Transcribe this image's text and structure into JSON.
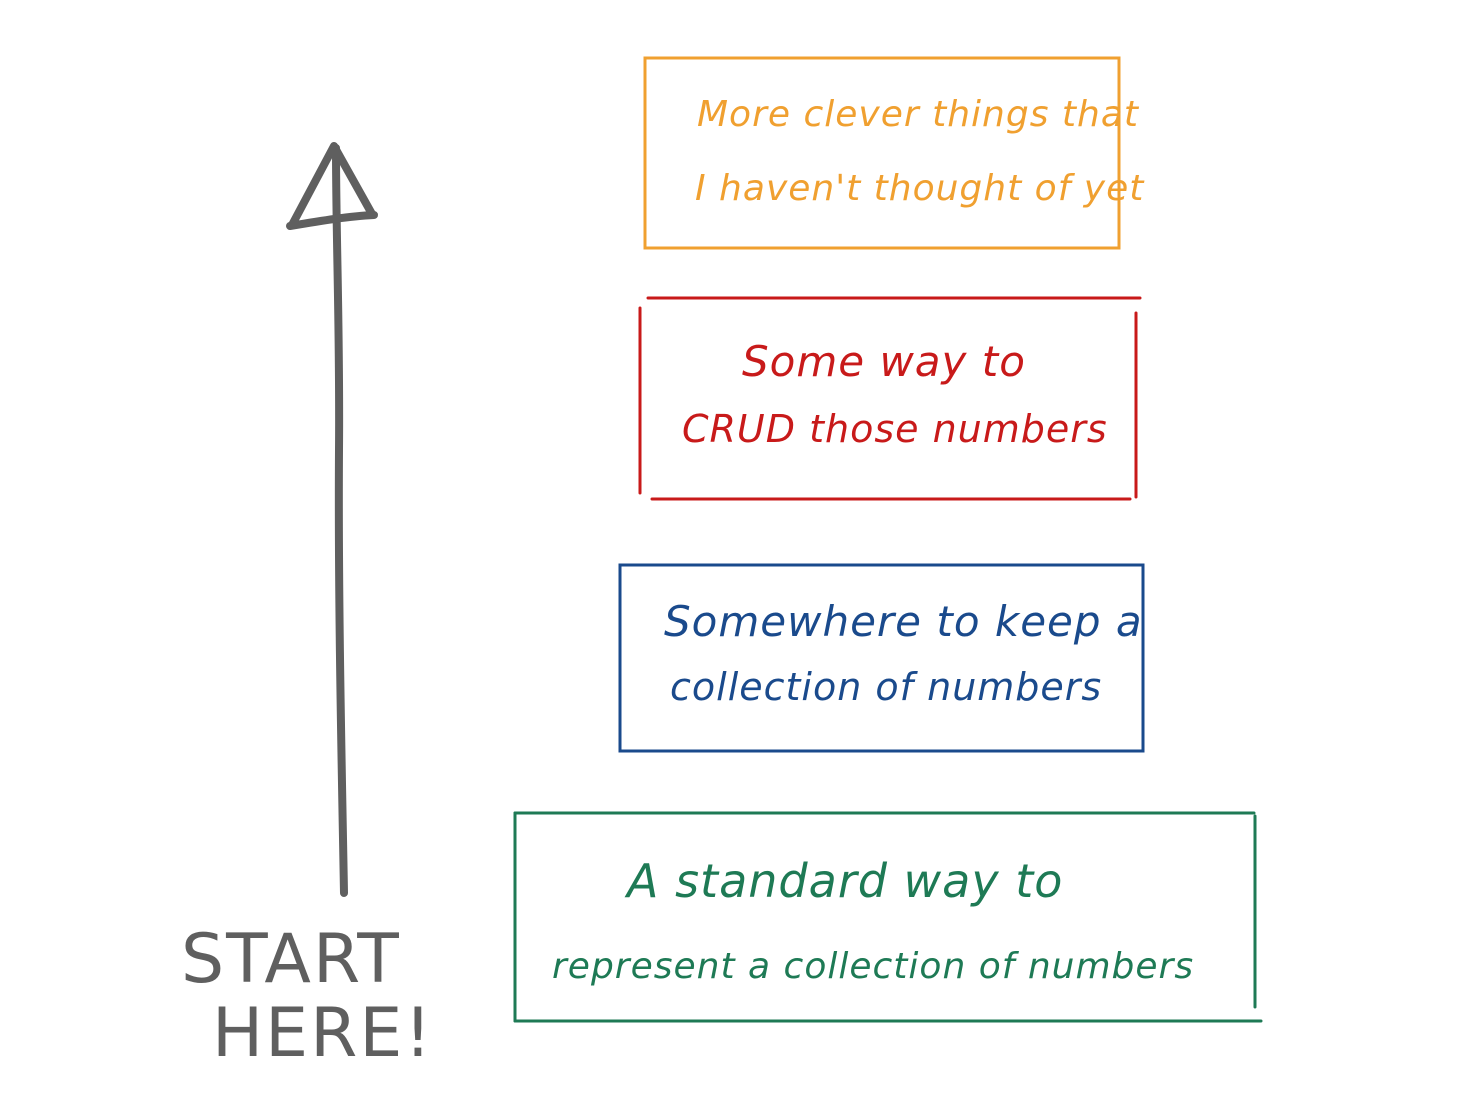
{
  "colors": {
    "arrow": "#5f5f5f",
    "box_orange": "#f0a030",
    "box_red": "#c81a1a",
    "box_blue": "#1a4a8c",
    "box_green": "#1e7a55",
    "background": "#ffffff"
  },
  "start_label": {
    "line1": "START",
    "line2": "HERE!"
  },
  "boxes": [
    {
      "id": "orange",
      "line1": "More clever things that",
      "line2": "I haven't thought of yet"
    },
    {
      "id": "red",
      "line1": "Some way to",
      "line2": "CRUD those numbers"
    },
    {
      "id": "blue",
      "line1": "Somewhere to keep a",
      "line2": "collection of numbers"
    },
    {
      "id": "green",
      "line1": "A standard way to",
      "line2": "represent a collection of numbers"
    }
  ]
}
